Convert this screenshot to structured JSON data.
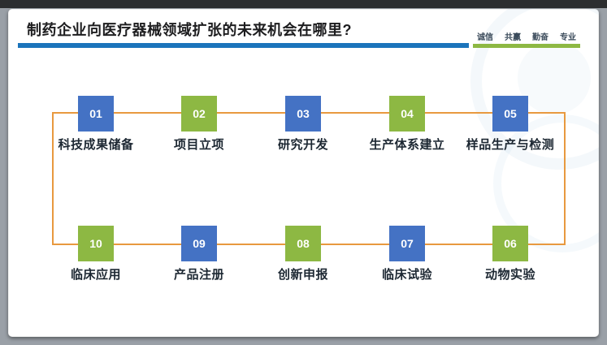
{
  "header": {
    "title": "制药企业向医疗器械领域扩张的未来机会在哪里?",
    "slogan": [
      "诚信",
      "共赢",
      "勤奋",
      "专业"
    ]
  },
  "colors": {
    "blue": "#4472C4",
    "green": "#8DB843",
    "line": "#E8993F",
    "title_bar": "#1B74BB",
    "slogan_bar": "#8DB843"
  },
  "steps": [
    {
      "num": "01",
      "label": "科技成果储备",
      "color": "blue"
    },
    {
      "num": "02",
      "label": "项目立项",
      "color": "green"
    },
    {
      "num": "03",
      "label": "研究开发",
      "color": "blue"
    },
    {
      "num": "04",
      "label": "生产体系建立",
      "color": "green"
    },
    {
      "num": "05",
      "label": "样品生产与检测",
      "color": "blue"
    },
    {
      "num": "06",
      "label": "动物实验",
      "color": "green"
    },
    {
      "num": "07",
      "label": "临床试验",
      "color": "blue"
    },
    {
      "num": "08",
      "label": "创新申报",
      "color": "green"
    },
    {
      "num": "09",
      "label": "产品注册",
      "color": "blue"
    },
    {
      "num": "10",
      "label": "临床应用",
      "color": "green"
    }
  ]
}
